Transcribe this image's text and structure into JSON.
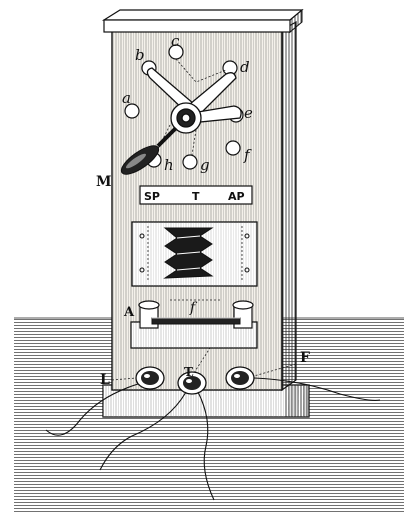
{
  "labels": {
    "a": "a",
    "b": "b",
    "c": "c",
    "d": "d",
    "e": "e",
    "f": "f",
    "g": "g",
    "h": "h",
    "M": "M",
    "A": "A",
    "f2": "f",
    "L": "L",
    "T": "T",
    "F": "F"
  },
  "plate": {
    "left": "SP",
    "center": "T",
    "right": "AP"
  },
  "colors": {
    "ink": "#111111",
    "wood": "#f4f1ea",
    "paper": "#ffffff"
  }
}
